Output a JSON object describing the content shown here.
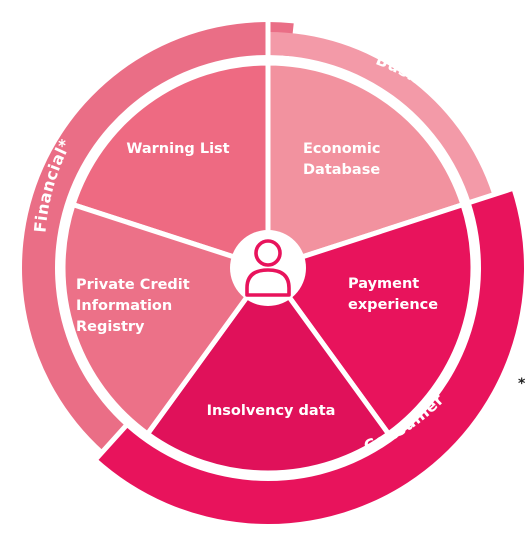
{
  "colors": {
    "financial_ring": "#ea6e86",
    "business_ring": "#f39aa8",
    "consumer_ring": "#e8135c",
    "warning_list": "#ee6a82",
    "economic_database": "#f2929f",
    "payment_experience": "#e8135c",
    "insolvency_data": "#e0115a",
    "private_credit": "#ec7188",
    "divider": "#ffffff",
    "center_icon": "#e8135c"
  },
  "rings": {
    "financial": "Financial*",
    "business": "Business",
    "consumer": "Consumer"
  },
  "segments": {
    "warning_list": {
      "lines": [
        "Warning List"
      ]
    },
    "economic_database": {
      "lines": [
        "Economic",
        "Database"
      ]
    },
    "payment_experience": {
      "lines": [
        "Payment",
        "experience"
      ]
    },
    "insolvency_data": {
      "lines": [
        "Insolvency data"
      ]
    },
    "private_credit": {
      "lines": [
        "Private Credit",
        "Information",
        "Registry"
      ]
    }
  },
  "center": {
    "icon": "person-icon"
  },
  "footnote_marker": "*"
}
